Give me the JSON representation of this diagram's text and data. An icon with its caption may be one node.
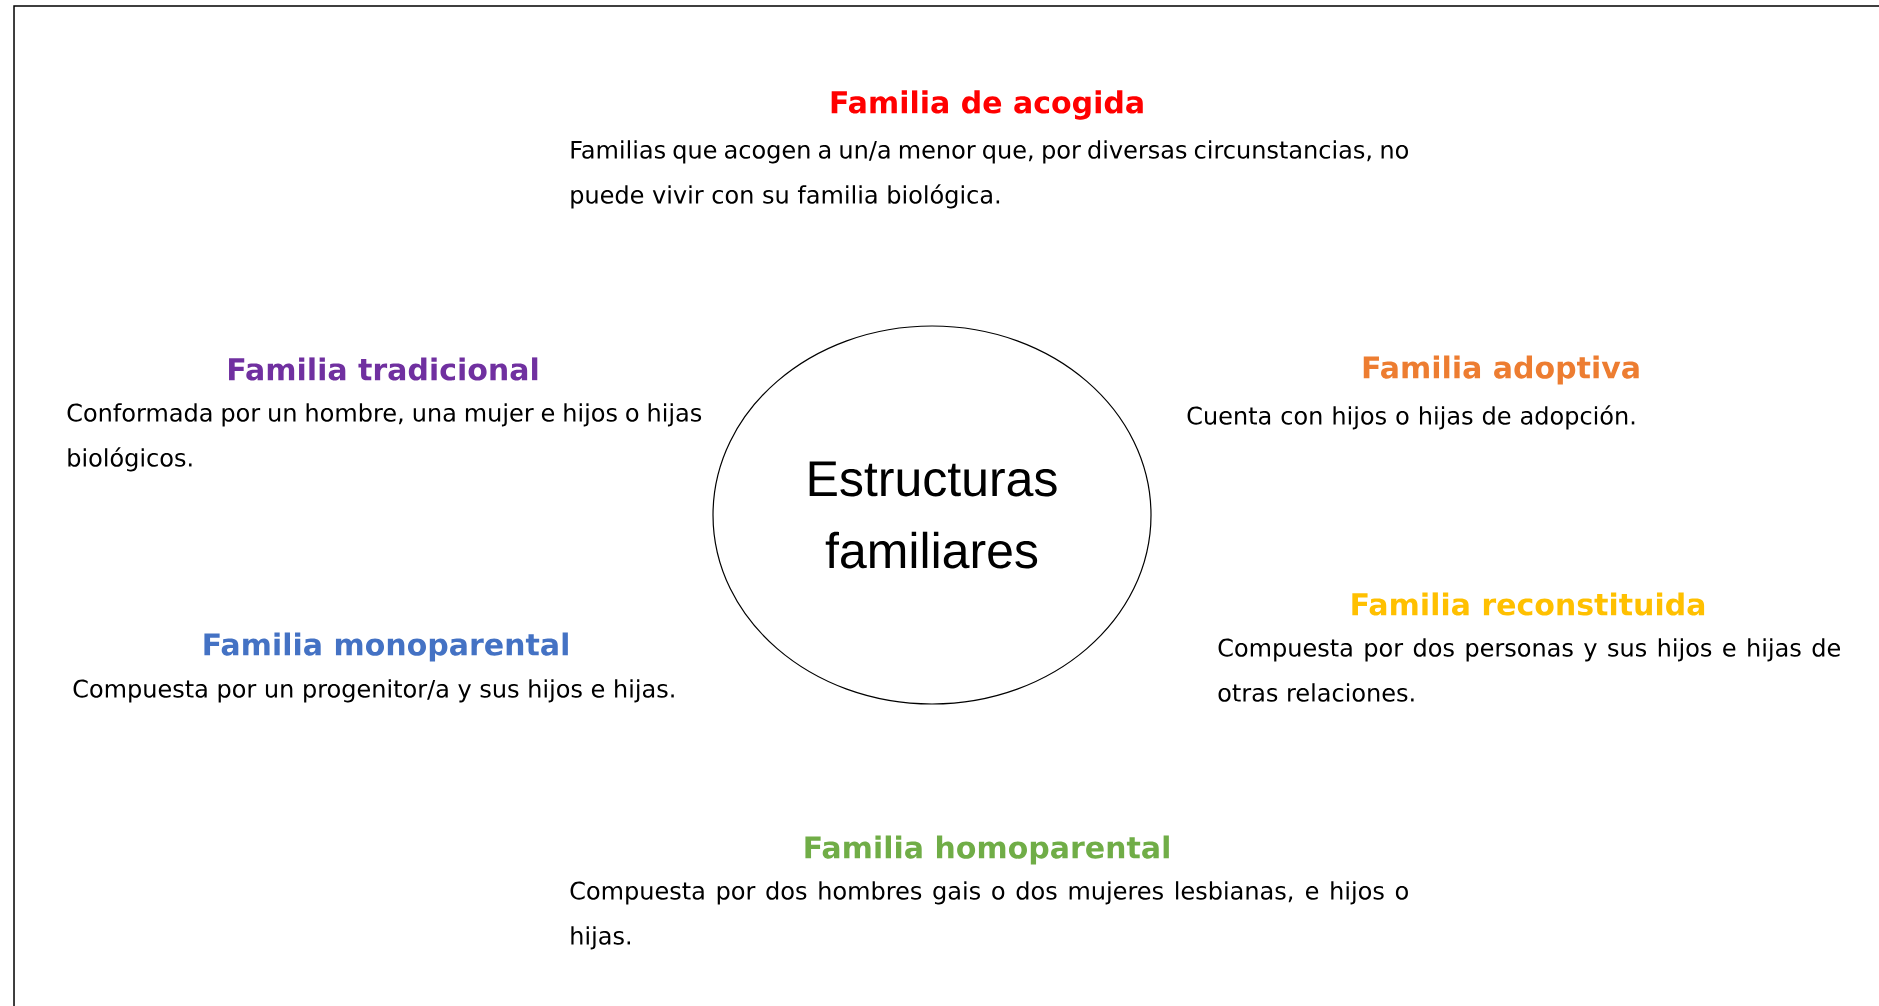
{
  "diagram": {
    "nodes": [
      {
        "text": [
          "Estructuras familiares"
        ]
      }
    ],
    "labels": [
      "Familia de acogida",
      "Familias que acogen a un/a menor que, por diversas circunstancias, no puede vivir con su familia biológica.",
      "Familia tradicional",
      "Conformada por un hombre, una mujer e hijos o hijas biológicos.",
      "Familia adoptiva",
      "Cuenta con hijos o hijas de adopción.",
      "Familia monoparental",
      "Compuesta por un progenitor/a y sus hijos e hijas.",
      "Familia reconstituida",
      "Compuesta por dos personas y sus hijos e hijas de otras relaciones.",
      "Familia homoparental",
      "Compuesta por dos hombres gais o dos mujeres lesbianas, e hijos o hijas."
    ]
  }
}
